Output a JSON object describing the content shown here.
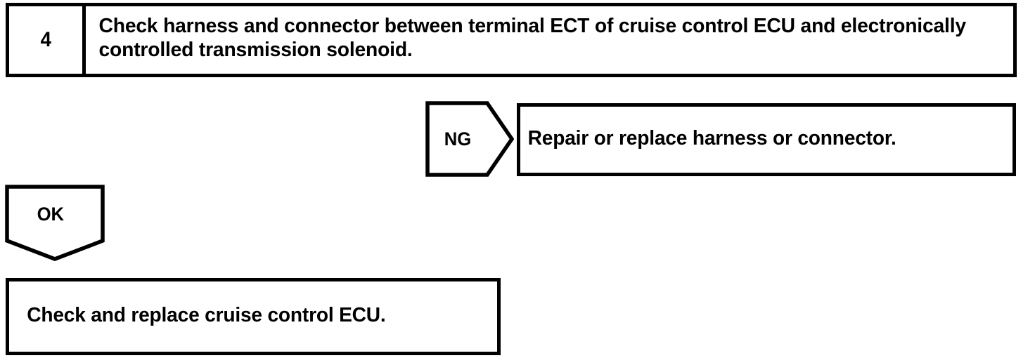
{
  "document": {
    "type": "troubleshooting-flowchart",
    "ink_color": "#000000",
    "background_color": "#ffffff"
  },
  "step": {
    "number": "4",
    "instruction": "Check harness and connector between terminal ECT of cruise control ECU and electronically controlled transmission solenoid."
  },
  "branches": {
    "ng": {
      "label": "NG",
      "connector_shape": "pentagon-right",
      "result_text": "Repair or replace harness or connector."
    },
    "ok": {
      "label": "OK",
      "connector_shape": "pentagon-down",
      "result_text": "Check and replace cruise control ECU."
    }
  }
}
